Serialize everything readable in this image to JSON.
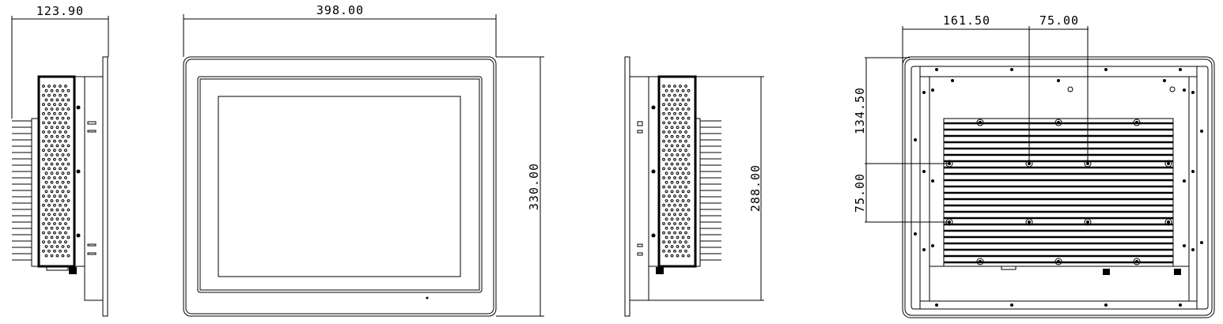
{
  "side_view_left": {
    "depth_dimension": "123.90"
  },
  "front_view": {
    "width_dimension": "398.00",
    "height_dimension": "330.00"
  },
  "side_view_right": {
    "cutout_height_dimension": "288.00"
  },
  "rear_view": {
    "horizontal_offset_dimension": "161.50",
    "vesa_horizontal_dimension": "75.00",
    "vertical_offset_dimension": "134.50",
    "vesa_vertical_dimension": "75.00"
  },
  "colors": {
    "line": "#000000",
    "background": "#ffffff"
  }
}
